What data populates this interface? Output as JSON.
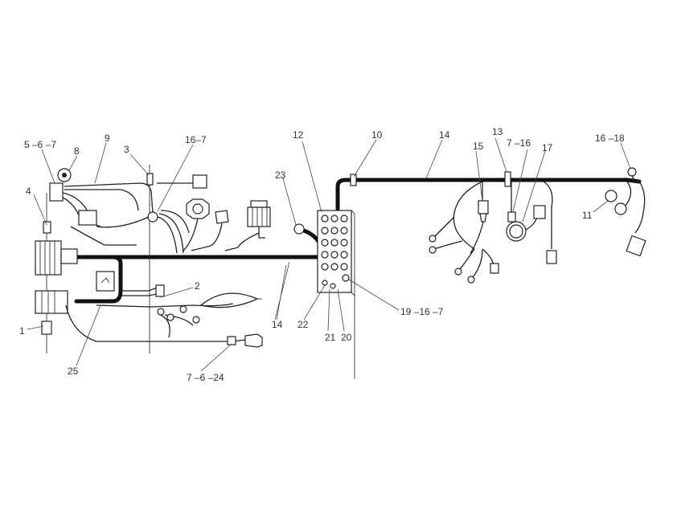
{
  "labels": {
    "l_5_6_7": "5 –6 –7",
    "l_8": "8",
    "l_9": "9",
    "l_3": "3",
    "l_16_7": "16–7",
    "l_4": "4",
    "l_1": "1",
    "l_25": "25",
    "l_2": "2",
    "l_7_6_24": "7 –6 –24",
    "l_14_left": "14",
    "l_23": "23",
    "l_12": "12",
    "l_22": "22",
    "l_21": "21",
    "l_20": "20",
    "l_19_16_7": "19 –16 –7",
    "l_10": "10",
    "l_14_right": "14",
    "l_15": "15",
    "l_13": "13",
    "l_7_16": "7 –16",
    "l_17": "17",
    "l_16_18": "16 –18",
    "l_11": "11"
  }
}
